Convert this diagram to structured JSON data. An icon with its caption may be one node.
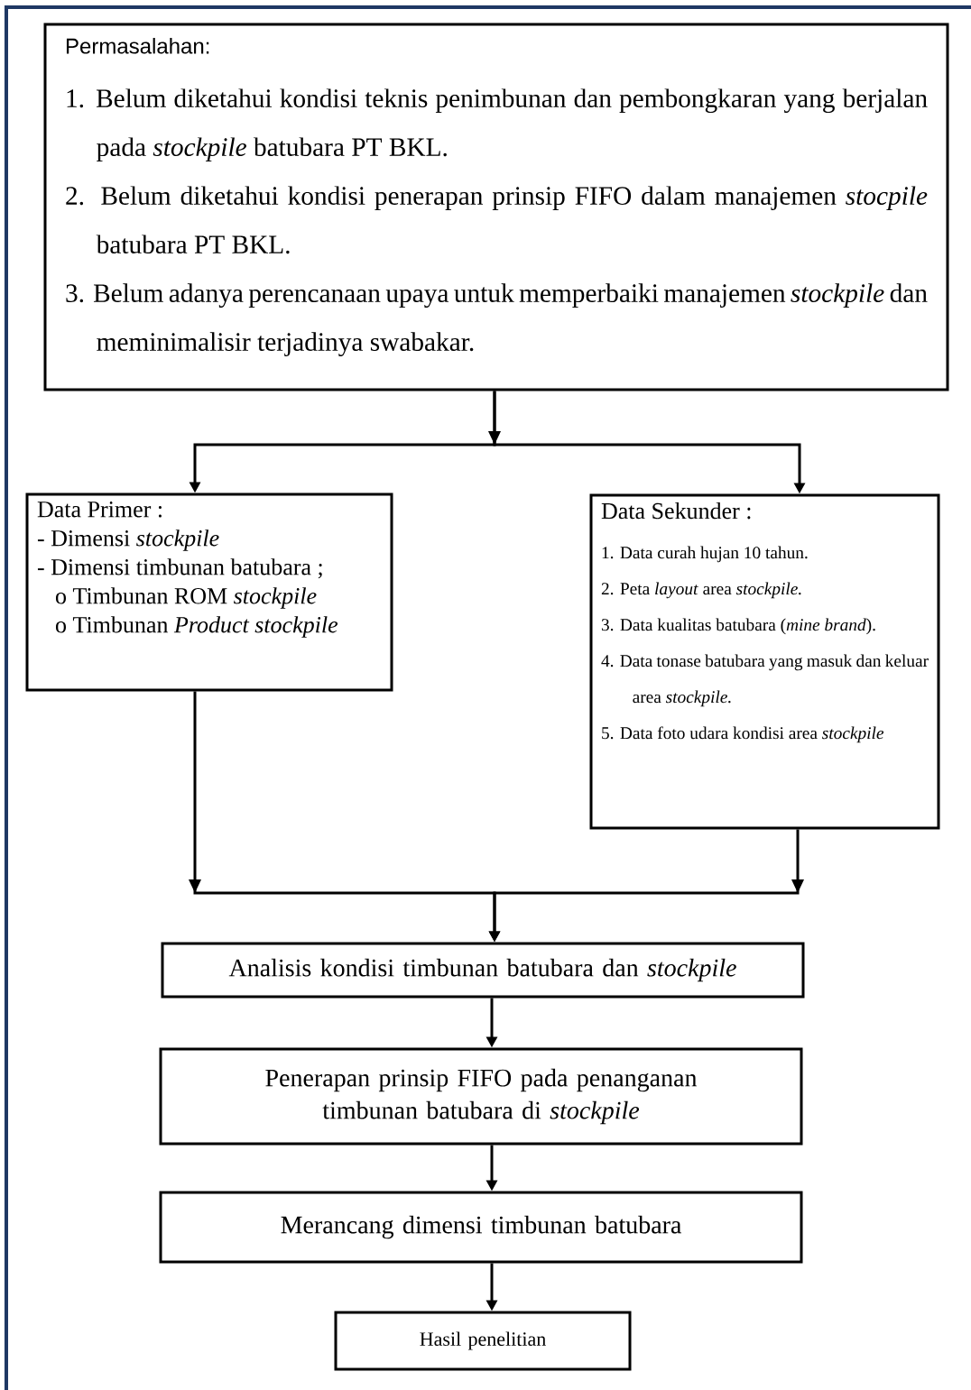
{
  "diagram": {
    "nodes": [
      {
        "text": [
          "Permasalahan:",
          "1. Belum diketahui kondisi teknis penimbunan dan pembongkaran yang berjalan pada *stockpile* batubara PT BKL.",
          "2. Belum diketahui kondisi penerapan prinsip FIFO dalam manajemen *stocpile* batubara PT BKL.",
          "3. Belum adanya perencanaan upaya untuk memperbaiki manajemen *stockpile* dan meminimalisir terjadinya swabakar."
        ]
      },
      {
        "text": [
          "Data Primer :",
          "- Dimensi *stockpile*",
          "- Dimensi timbunan batubara ;",
          "o Timbunan ROM *stockpile*",
          "o Timbunan *Product stockpile*"
        ]
      },
      {
        "text": [
          "Data Sekunder :",
          "1. Data curah hujan 10 tahun.",
          "2. Peta *layout* area *stockpile.*",
          "3. Data kualitas batubara (*mine brand*).",
          "4. Data tonase batubara yang masuk dan keluar area *stockpile.*",
          "5. Data foto udara kondisi area *stockpile*"
        ]
      },
      {
        "text": [
          "Analisis kondisi timbunan batubara dan *stockpile*"
        ]
      },
      {
        "text": [
          "Penerapan prinsip FIFO pada penanganan timbunan batubara di *stockpile*"
        ]
      },
      {
        "text": [
          "Merancang dimensi timbunan batubara"
        ]
      },
      {
        "text": [
          "Hasil penelitian"
        ]
      }
    ],
    "edges": [
      {
        "from": 0,
        "to": 1,
        "arrow": "to"
      },
      {
        "from": 0,
        "to": 2,
        "arrow": "to"
      },
      {
        "from": 1,
        "to": 3,
        "arrow": "to"
      },
      {
        "from": 2,
        "to": 3,
        "arrow": "to"
      },
      {
        "from": 3,
        "to": 4,
        "arrow": "to"
      },
      {
        "from": 4,
        "to": 5,
        "arrow": "to"
      },
      {
        "from": 5,
        "to": 6,
        "arrow": "to"
      }
    ]
  }
}
